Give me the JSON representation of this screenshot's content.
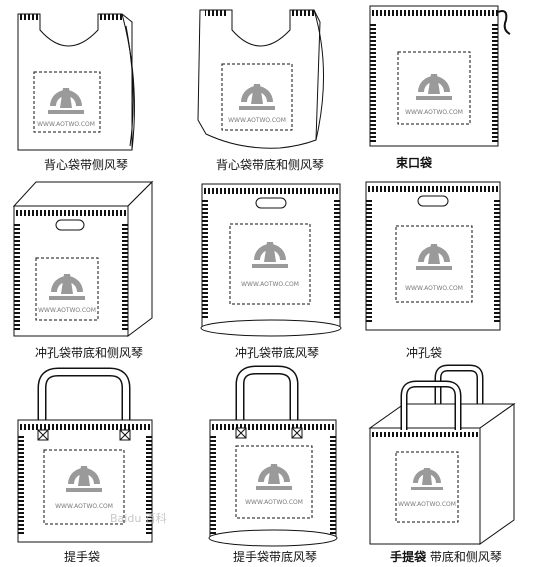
{
  "logo_text": "WWW.AOTWO.COM",
  "watermark_text": "Baidu 百科",
  "colors": {
    "line": "#111111",
    "light": "#8a8a8a",
    "fill": "#ffffff"
  },
  "bags": [
    {
      "caption": "背心袋带侧风琴"
    },
    {
      "caption": "背心袋带底和侧风琴"
    },
    {
      "caption": "束口袋"
    },
    {
      "caption": "冲孔袋带底和侧风琴"
    },
    {
      "caption": "冲孔袋带底风琴"
    },
    {
      "caption": "冲孔袋"
    },
    {
      "caption": "提手袋"
    },
    {
      "caption": "提手袋带底风琴"
    },
    {
      "caption_bold": "手提袋",
      "caption_rest": " 带底和侧风琴"
    }
  ]
}
